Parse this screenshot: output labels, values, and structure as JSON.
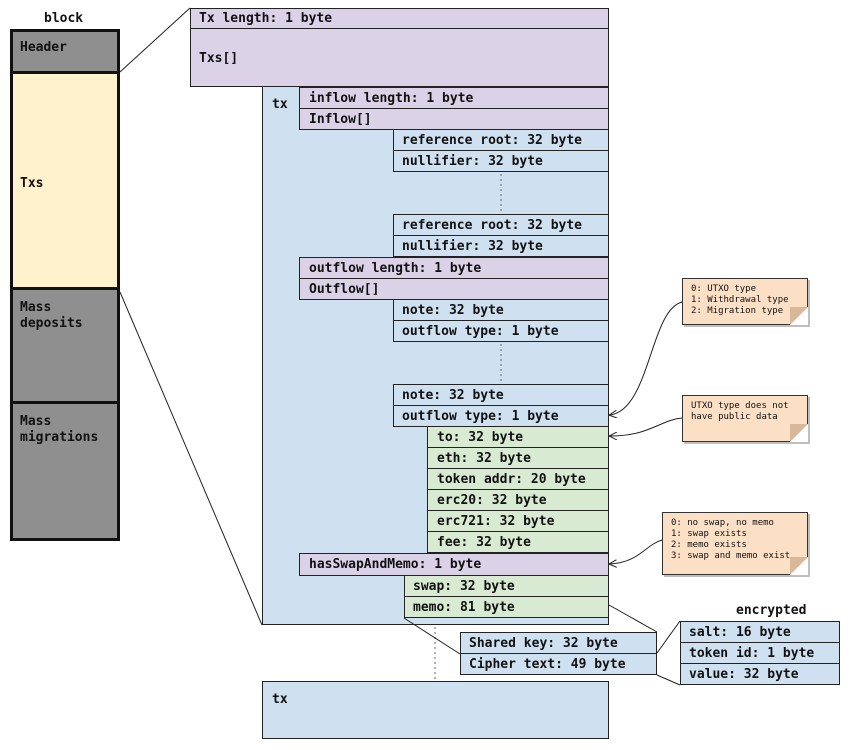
{
  "block": {
    "title": "block",
    "sections": [
      {
        "label": "Header",
        "color": "#8f8f8f"
      },
      {
        "label": "Txs",
        "color": "#fff2cc"
      },
      {
        "label": "Mass\ndeposits",
        "color": "#8f8f8f"
      },
      {
        "label": "Mass\nmigrations",
        "color": "#8f8f8f"
      }
    ]
  },
  "colors": {
    "purple": "#dcd2e8",
    "blue": "#cfe0f1",
    "green": "#d9ead3",
    "note": "#fce0c6"
  },
  "txs": {
    "length_label": "Tx length: 1 byte",
    "array_label": "Txs[]"
  },
  "tx": {
    "label": "tx",
    "inflow_length": "inflow length: 1 byte",
    "inflow_array": "Inflow[]",
    "inflow_first": {
      "ref_root": "reference root: 32 byte",
      "nullifier": "nullifier: 32 byte"
    },
    "inflow_last": {
      "ref_root": "reference root: 32 byte",
      "nullifier": "nullifier: 32 byte"
    },
    "outflow_length": "outflow length: 1 byte",
    "outflow_array": "Outflow[]",
    "outflow_first": {
      "note": "note: 32 byte",
      "type": "outflow type: 1 byte"
    },
    "outflow_last": {
      "note": "note: 32 byte",
      "type": "outflow type: 1 byte"
    },
    "public_data": {
      "to": "to: 32 byte",
      "eth": "eth: 32 byte",
      "token_addr": "token addr: 20 byte",
      "erc20": "erc20: 32 byte",
      "erc721": "erc721: 32 byte",
      "fee": "fee: 32 byte"
    },
    "has_swap_and_memo": "hasSwapAndMemo: 1 byte",
    "swap": "swap: 32 byte",
    "memo": "memo: 81 byte"
  },
  "memo_detail": {
    "shared_key": "Shared key: 32 byte",
    "cipher_text": "Cipher text: 49 byte"
  },
  "encrypted": {
    "title": "encrypted",
    "salt": "salt: 16 byte",
    "token_id": "token id: 1 byte",
    "value": "value: 32 byte"
  },
  "next_tx": {
    "label": "tx"
  },
  "notes": {
    "outflow_type": "0: UTXO type\n1: Withdrawal type\n2: Migration type",
    "utxo": "UTXO type does not\nhave public data",
    "swap_memo": "0: no swap, no memo\n1: swap exists\n2: memo exists\n3: swap and memo exist"
  }
}
